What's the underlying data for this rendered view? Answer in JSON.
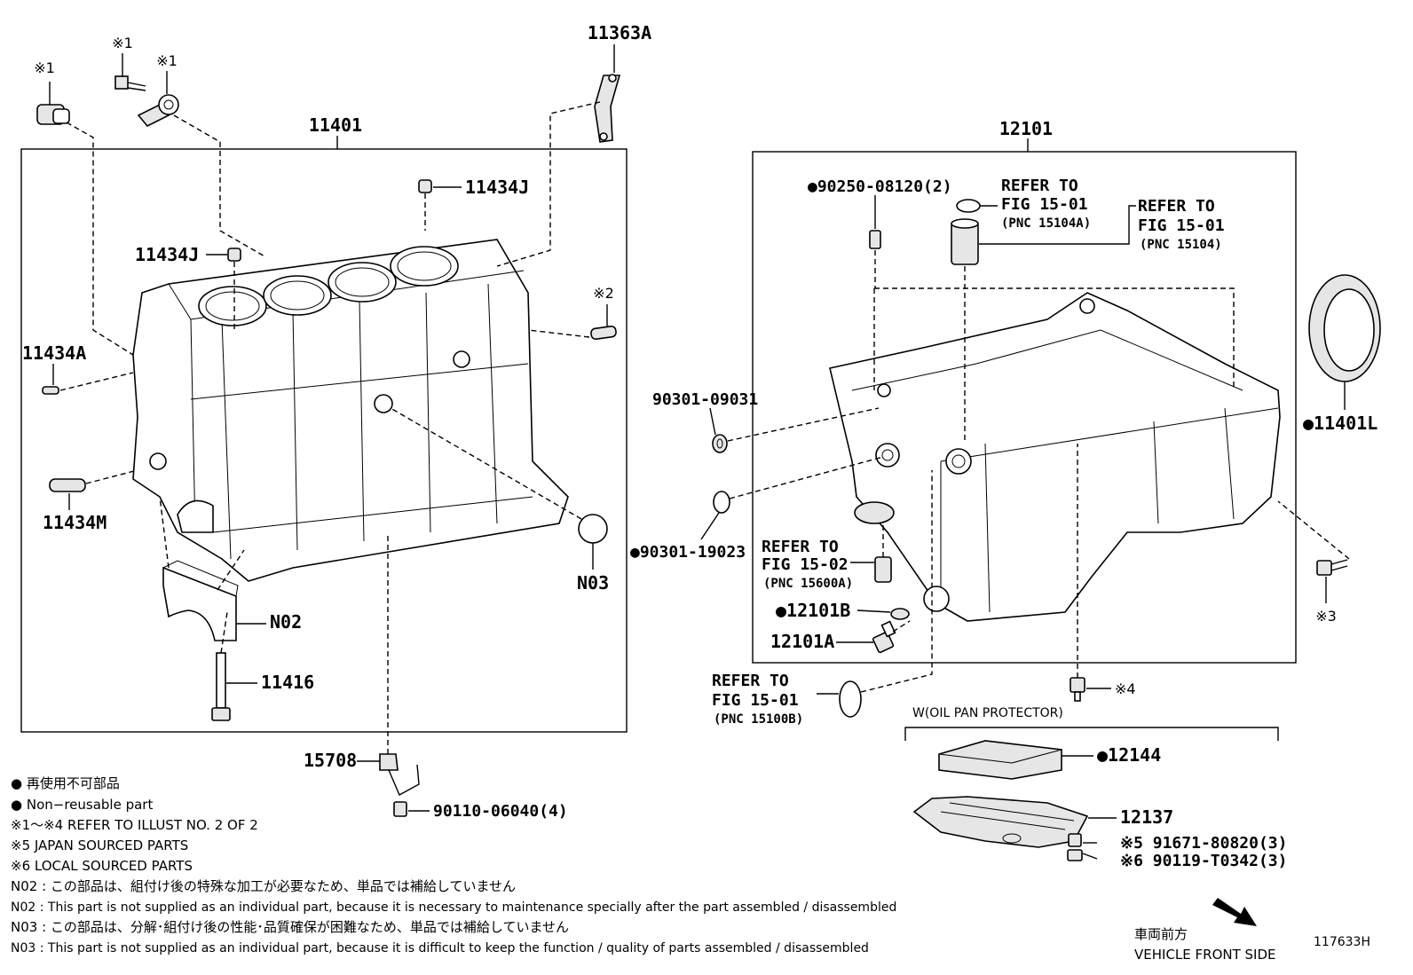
{
  "frames": {
    "left_label": "11401",
    "right_label": "12101"
  },
  "parts": {
    "p11363A": "11363A",
    "p11434J_top": "11434J",
    "p11434J_mid": "11434J",
    "p11434A": "11434A",
    "p11434M": "11434M",
    "pN02": "N02",
    "pN03": "N03",
    "p11416": "11416",
    "p15708": "15708",
    "p90110": "90110-06040(4)",
    "p90250": "●90250-08120(2)",
    "p90301_09031": "90301-09031",
    "p90301_19023": "●90301-19023",
    "p12101B": "●12101B",
    "p12101A": "12101A",
    "p11401L": "●11401L",
    "p12144": "●12144",
    "p12137": "12137",
    "p91671": "※5 91671-80820(3)",
    "p90119": "※6 90119-T0342(3)"
  },
  "marks": {
    "m1a": "※1",
    "m1b": "※1",
    "m1c": "※1",
    "m2": "※2",
    "m3": "※3",
    "m4": "※4"
  },
  "refers": {
    "r1_line1": "REFER TO",
    "r1_line2": "FIG 15-01",
    "r1_pnc": "(PNC 15104A)",
    "r2_line1": "REFER TO",
    "r2_line2": "FIG 15-01",
    "r2_pnc": "(PNC 15104)",
    "r3_line1": "REFER TO",
    "r3_line2": "FIG 15-02",
    "r3_pnc": "(PNC 15600A)",
    "r4_line1": "REFER TO",
    "r4_line2": "FIG 15-01",
    "r4_pnc": "(PNC 15100B)"
  },
  "protector_label": "W(OIL PAN PROTECTOR)",
  "legend": {
    "l1": "● 再使用不可部品",
    "l2": "● Non−reusable part",
    "l3": "※1～※4  REFER TO ILLUST NO. 2 OF 2",
    "l4": "※5 JAPAN SOURCED PARTS",
    "l5": "※6 LOCAL SOURCED PARTS",
    "l6": "N02 : この部品は、組付け後の特殊な加工が必要なため、単品では補給していません",
    "l7": "N02 : This part is not supplied as an individual part, because it is necessary to maintenance specially after the part assembled / disassembled",
    "l8": "N03 : この部品は、分解･組付け後の性能･品質確保が困難なため、単品では補給していません",
    "l9": "N03 : This part is not supplied as an individual part, because it is difficult to keep the function / quality of parts  assembled / disassembled"
  },
  "direction": {
    "jp": "車両前方",
    "en": "VEHICLE FRONT SIDE"
  },
  "illust_no": "117633H"
}
